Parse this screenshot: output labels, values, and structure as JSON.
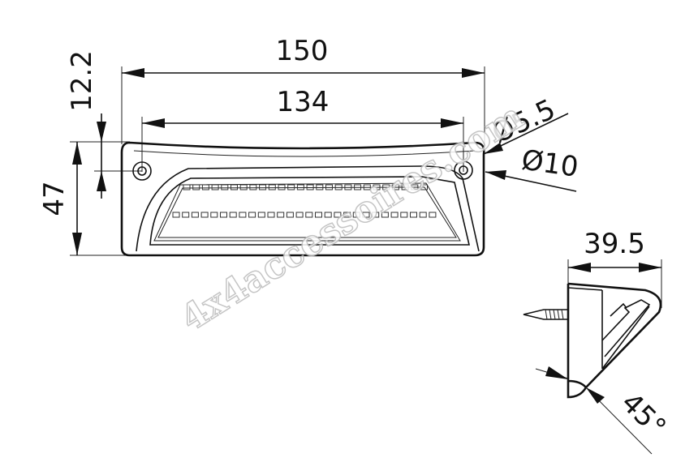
{
  "drawing": {
    "front_view": {
      "overall_width": "150",
      "hole_spacing": "134",
      "hole_offset": "12.2",
      "height": "47",
      "hole_diameter": "Ø5.5",
      "boss_diameter": "Ø10"
    },
    "side_view": {
      "depth": "39.5",
      "angle": "45°"
    },
    "watermark": "4x4accessoires.com"
  }
}
